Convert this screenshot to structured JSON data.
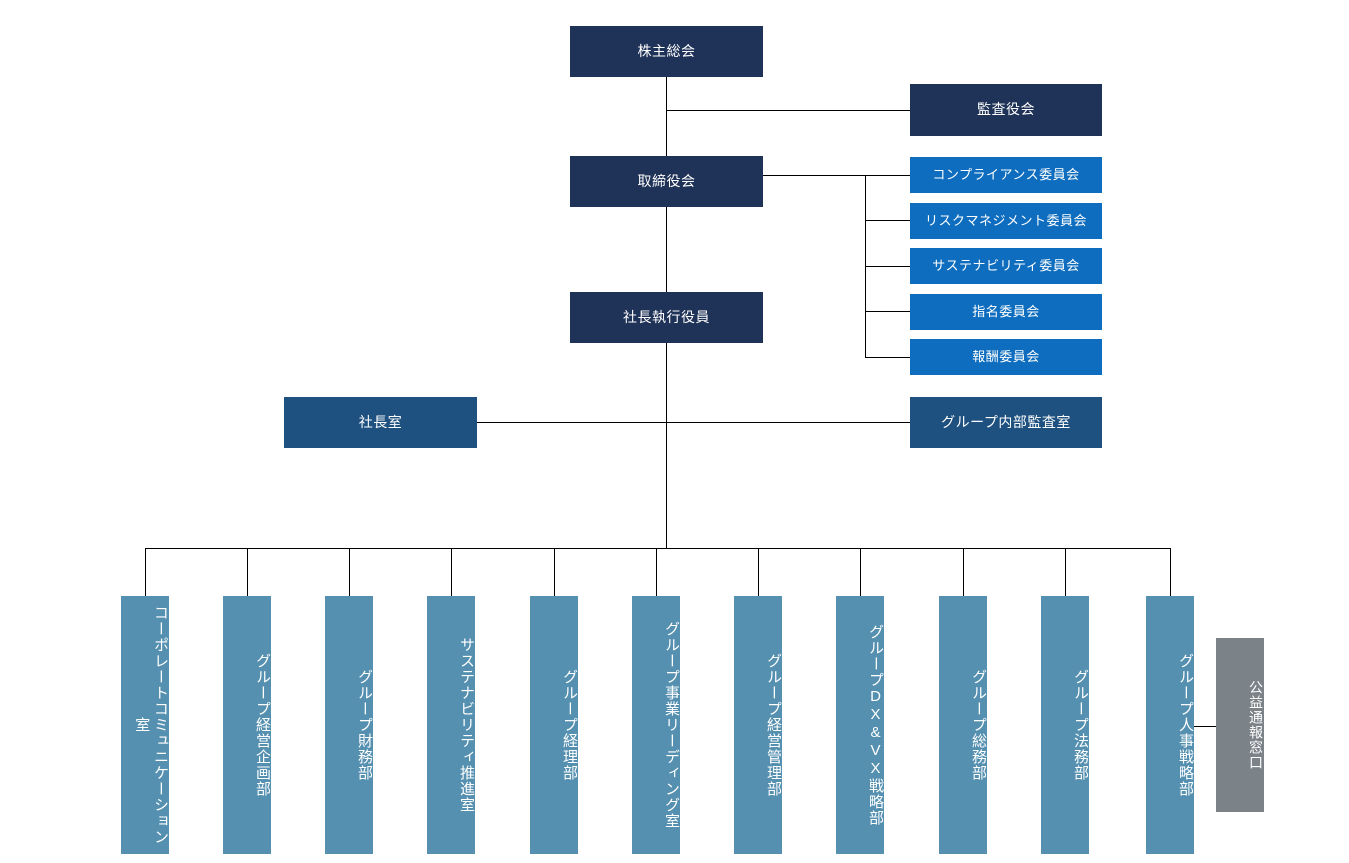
{
  "chart": {
    "title": "組織図",
    "colors": {
      "navy": "#1F3257",
      "committee_blue": "#0E6DBE",
      "mid_blue": "#1E5180",
      "department_steel": "#5590B0",
      "whistleblower_grey": "#7B8288",
      "line": "#000000",
      "background": "#FFFFFF",
      "text": "#FFFFFF"
    }
  },
  "governance": {
    "shareholders_meeting": "株主総会",
    "audit_board": "監査役会",
    "board_of_directors": "取締役会",
    "president_executive_officer": "社長執行役員"
  },
  "committees": [
    {
      "label": "コンプライアンス委員会"
    },
    {
      "label": "リスクマネジメント委員会"
    },
    {
      "label": "サステナビリティ委員会"
    },
    {
      "label": "指名委員会"
    },
    {
      "label": "報酬委員会"
    }
  ],
  "staff_row": {
    "presidents_office": "社長室",
    "group_internal_audit_office": "グループ内部監査室"
  },
  "departments": [
    {
      "label": "コーポレートコミュニケーション室"
    },
    {
      "label": "グループ経営企画部"
    },
    {
      "label": "グループ財務部"
    },
    {
      "label": "サステナビリティ推進室"
    },
    {
      "label": "グループ経理部"
    },
    {
      "label": "グループ事業リーディング室"
    },
    {
      "label": "グループ経営管理部"
    },
    {
      "label": "グループDX&VX戦略部"
    },
    {
      "label": "グループ総務部"
    },
    {
      "label": "グループ法務部"
    },
    {
      "label": "グループ人事戦略部"
    }
  ],
  "whistleblower": {
    "label": "公益通報窓口"
  }
}
